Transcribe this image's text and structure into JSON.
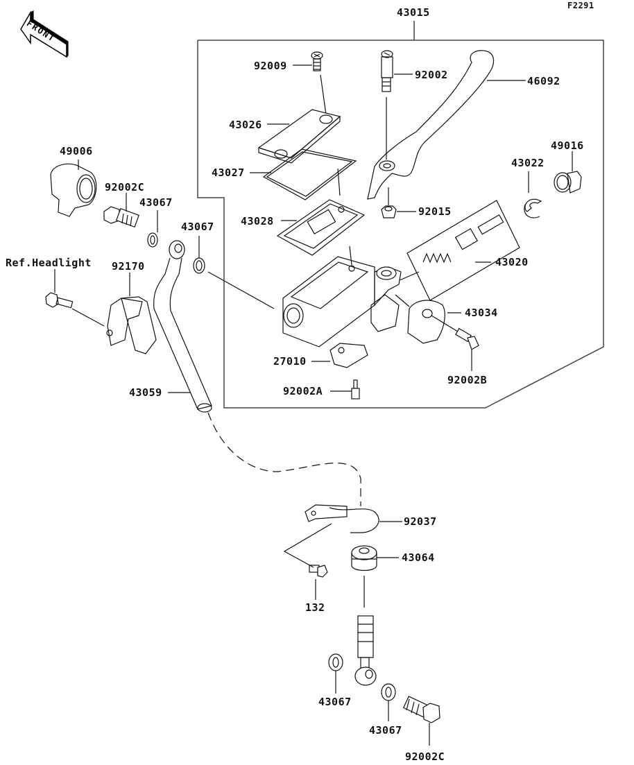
{
  "diagram": {
    "figure_code": "F2291",
    "front_marker": "FRONT",
    "assembly_label": "43015",
    "parts": [
      {
        "id": "43015",
        "label": "43015"
      },
      {
        "id": "92009",
        "label": "92009"
      },
      {
        "id": "92002",
        "label": "92002"
      },
      {
        "id": "46092",
        "label": "46092"
      },
      {
        "id": "43026",
        "label": "43026"
      },
      {
        "id": "43027",
        "label": "43027"
      },
      {
        "id": "43028",
        "label": "43028"
      },
      {
        "id": "92015",
        "label": "92015"
      },
      {
        "id": "43022",
        "label": "43022"
      },
      {
        "id": "49016",
        "label": "49016"
      },
      {
        "id": "43020",
        "label": "43020"
      },
      {
        "id": "43034",
        "label": "43034"
      },
      {
        "id": "92002B",
        "label": "92002B"
      },
      {
        "id": "27010",
        "label": "27010"
      },
      {
        "id": "92002A",
        "label": "92002A"
      },
      {
        "id": "49006",
        "label": "49006"
      },
      {
        "id": "92002C-top",
        "label": "92002C"
      },
      {
        "id": "43067-a",
        "label": "43067"
      },
      {
        "id": "43067-b",
        "label": "43067"
      },
      {
        "id": "ref-headlight",
        "label": "Ref.Headlight"
      },
      {
        "id": "92170",
        "label": "92170"
      },
      {
        "id": "43059",
        "label": "43059"
      },
      {
        "id": "92037",
        "label": "92037"
      },
      {
        "id": "43064",
        "label": "43064"
      },
      {
        "id": "132",
        "label": "132"
      },
      {
        "id": "43067-c",
        "label": "43067"
      },
      {
        "id": "43067-d",
        "label": "43067"
      },
      {
        "id": "92002C-bottom",
        "label": "92002C"
      }
    ]
  }
}
